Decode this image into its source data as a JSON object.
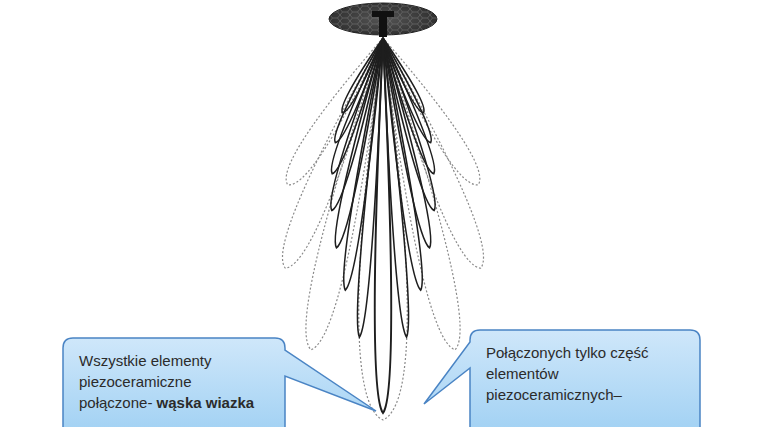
{
  "diagram": {
    "nodes": [
      {
        "text": [
          "Wszystkie elementy piezoceramiczne połączone-",
          "wąska wiazka"
        ]
      },
      {
        "text": [
          "Połączonych tylko część elementów piezoceramicznych–"
        ]
      }
    ]
  }
}
